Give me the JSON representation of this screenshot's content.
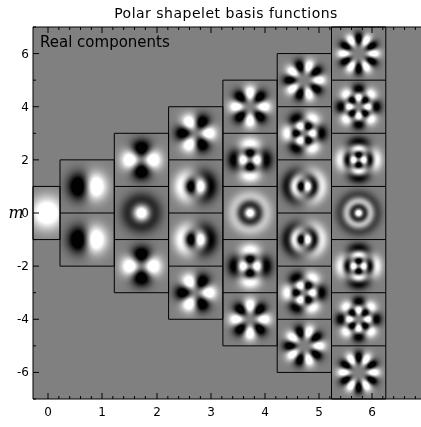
{
  "diagram": {
    "title": "Polar shapelet basis functions",
    "labels": [
      "Real components",
      "m",
      "6",
      "4",
      "2",
      "0",
      "-2",
      "-4",
      "-6",
      "0",
      "1",
      "2",
      "3",
      "4",
      "5",
      "6"
    ]
  }
}
